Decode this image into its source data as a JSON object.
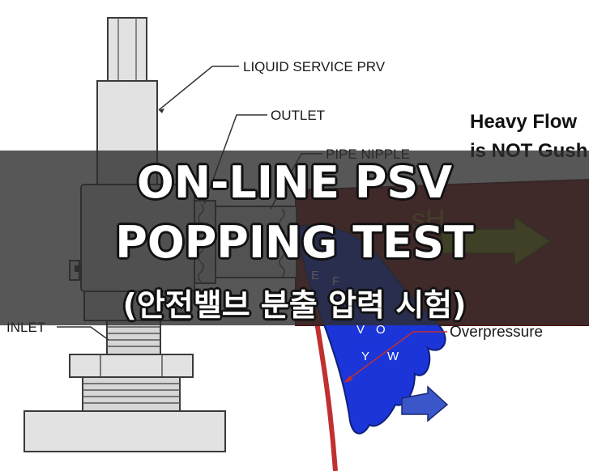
{
  "diagram": {
    "labels": {
      "liquid_service_prv": "LIQUID SERVICE PRV",
      "outlet": "OUTLET",
      "pipe_nipple": "PIPE NIPPLE",
      "inlet": "INLET",
      "overpressure": "Overpressure",
      "heavy_flow_1": "Heavy Flow",
      "heavy_flow_2": "is NOT Gush",
      "gush_partial": "sH",
      "flow_letters": [
        "E",
        "F",
        "V",
        "O",
        "Y",
        "W"
      ]
    },
    "colors": {
      "valve_fill": "#e2e2e2",
      "outline": "#3a3a3a",
      "flow_red": "#8b1a1a",
      "hand_blue": "#1c35d8",
      "arrow_olive": "#8a8a10",
      "pipe_red": "#c03030"
    }
  },
  "overlay": {
    "title_line1": "ON-LINE PSV",
    "title_line2": "POPPING TEST",
    "title_line3": "(안전밸브 분출 압력 시험)"
  }
}
